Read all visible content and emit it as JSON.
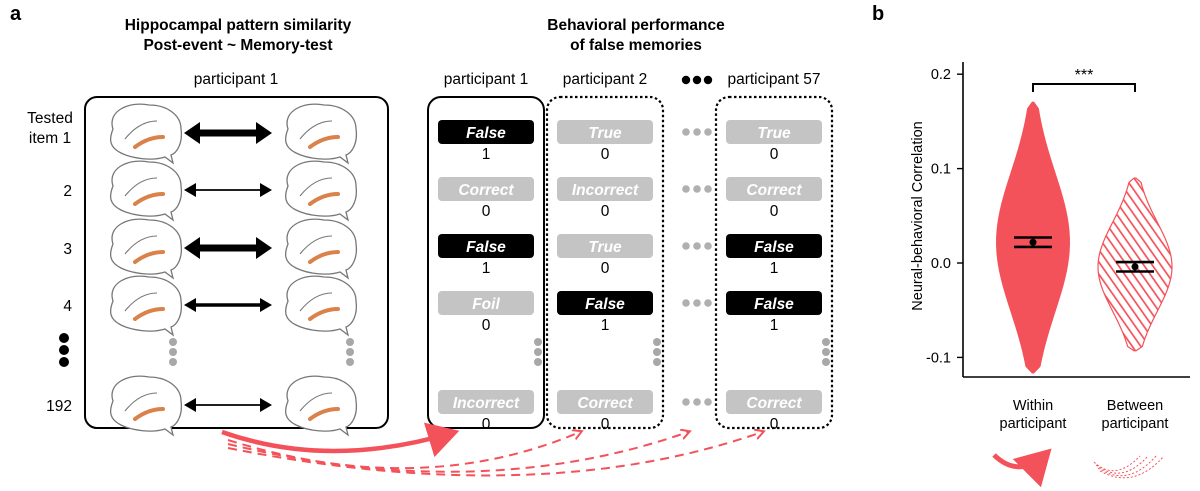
{
  "panel_a": {
    "label": "a",
    "left_title_line1": "Hippocampal pattern similarity",
    "left_title_line2": "Post-event ~ Memory-test",
    "left_subtitle": "participant 1",
    "right_title_line1": "Behavioral performance",
    "right_title_line2": "of false memories",
    "rows": [
      {
        "label_line1": "Tested",
        "label_line2": "item 1",
        "arrow": "thick"
      },
      {
        "label_line1": "2",
        "label_line2": "",
        "arrow": "thin"
      },
      {
        "label_line1": "3",
        "label_line2": "",
        "arrow": "thick"
      },
      {
        "label_line1": "4",
        "label_line2": "",
        "arrow": "medium"
      },
      {
        "label_line1": "192",
        "label_line2": "",
        "arrow": "thin"
      }
    ],
    "participants": [
      {
        "name": "participant 1",
        "items": [
          {
            "label": "False",
            "score": "1",
            "active": true
          },
          {
            "label": "Correct",
            "score": "0",
            "active": false
          },
          {
            "label": "False",
            "score": "1",
            "active": true
          },
          {
            "label": "Foil",
            "score": "0",
            "active": false
          },
          {
            "label": "Incorrect",
            "score": "0",
            "active": false
          }
        ]
      },
      {
        "name": "participant 2",
        "items": [
          {
            "label": "True",
            "score": "0",
            "active": false
          },
          {
            "label": "Incorrect",
            "score": "0",
            "active": false
          },
          {
            "label": "True",
            "score": "0",
            "active": false
          },
          {
            "label": "False",
            "score": "1",
            "active": true
          },
          {
            "label": "Correct",
            "score": "0",
            "active": false
          }
        ]
      },
      {
        "name": "participant 57",
        "items": [
          {
            "label": "True",
            "score": "0",
            "active": false
          },
          {
            "label": "Correct",
            "score": "0",
            "active": false
          },
          {
            "label": "False",
            "score": "1",
            "active": true
          },
          {
            "label": "False",
            "score": "1",
            "active": true
          },
          {
            "label": "Correct",
            "score": "0",
            "active": false
          }
        ]
      }
    ],
    "colors": {
      "active_box": "#000000",
      "inactive_box": "#c4c4c4",
      "arrow": "#f4525a",
      "hippocampus": "#d9824a"
    }
  },
  "panel_b": {
    "label": "b",
    "significance": "***",
    "chart_data": {
      "type": "violin",
      "ylabel": "Neural-behavioral Correlation",
      "xlabel": "",
      "ylim": [
        -0.12,
        0.22
      ],
      "yticks": [
        "0.2",
        "0.1",
        "0.0",
        "-0.1"
      ],
      "ytick_values": [
        0.2,
        0.1,
        0.0,
        -0.1
      ],
      "categories": [
        "Within participant",
        "Between participant"
      ],
      "category_lines": [
        [
          "Within",
          "participant"
        ],
        [
          "Between",
          "participant"
        ]
      ],
      "series": [
        {
          "mean": 0.022,
          "error_upper": 0.027,
          "error_lower": 0.017,
          "min": -0.117,
          "max": 0.171,
          "fill": "solid",
          "color": "#f4525a"
        },
        {
          "mean": -0.004,
          "error_upper": 0.001,
          "error_lower": -0.009,
          "min": -0.093,
          "max": 0.09,
          "fill": "hatched",
          "color": "#f4525a"
        }
      ]
    }
  }
}
